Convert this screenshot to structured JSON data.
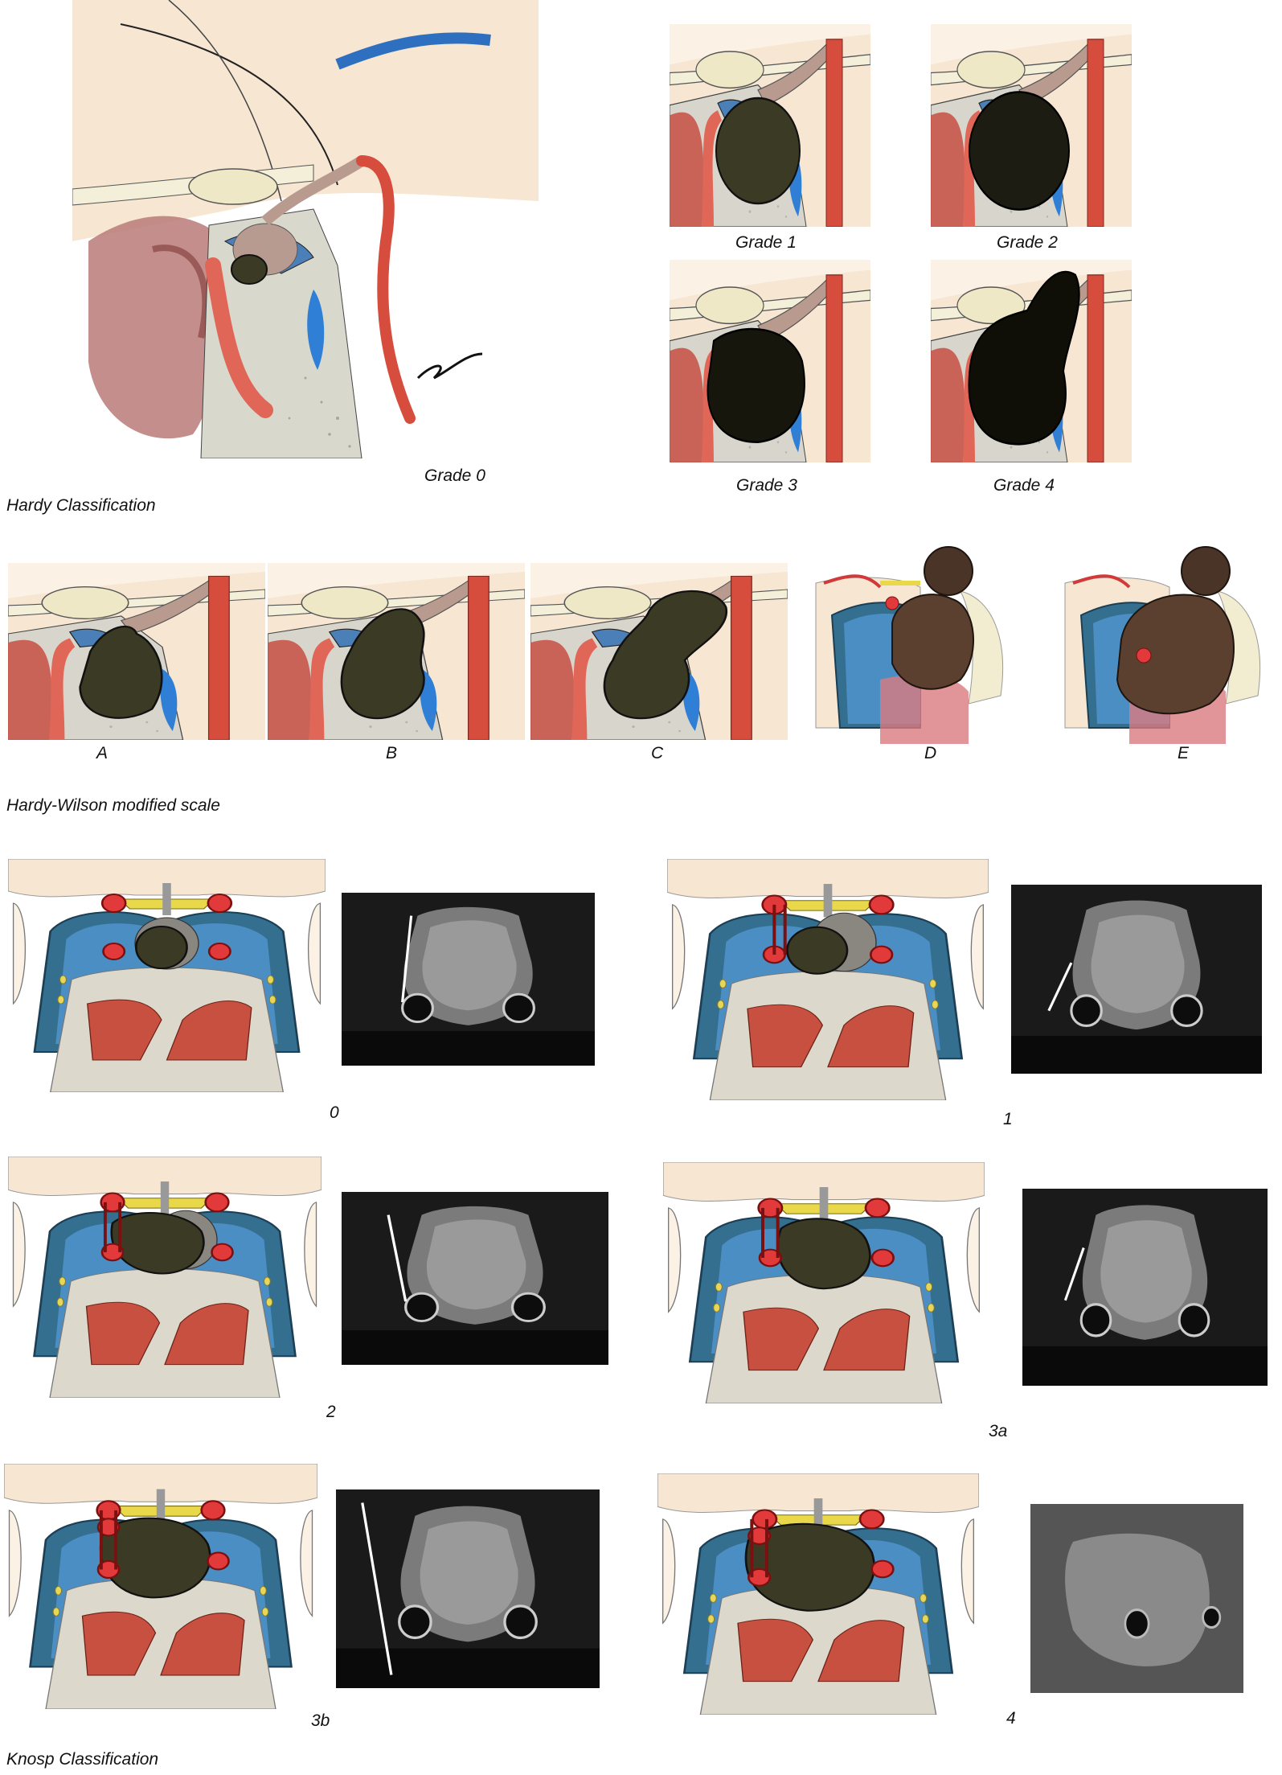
{
  "hardy": {
    "section_label": "Hardy Classification",
    "grades": [
      {
        "label": "Grade 0"
      },
      {
        "label": "Grade 1"
      },
      {
        "label": "Grade 2"
      },
      {
        "label": "Grade 3"
      },
      {
        "label": "Grade 4"
      }
    ]
  },
  "hardy_wilson": {
    "section_label": "Hardy-Wilson modified scale",
    "grades": [
      {
        "label": "A"
      },
      {
        "label": "B"
      },
      {
        "label": "C"
      },
      {
        "label": "D"
      },
      {
        "label": "E"
      }
    ]
  },
  "knosp": {
    "section_label": "Knosp Classification",
    "grades": [
      {
        "label": "0"
      },
      {
        "label": "1"
      },
      {
        "label": "2"
      },
      {
        "label": "3a"
      },
      {
        "label": "3b"
      },
      {
        "label": "4"
      }
    ]
  },
  "colors": {
    "bone": "#d9d8cc",
    "artery": "#d9584a",
    "sinus_blue": "#3f7fb3",
    "csf_blue": "#2f7fd6",
    "tumor": "#3b3a24",
    "brain": "#f4e3cf",
    "sphenoid_red": "#c8503f"
  }
}
